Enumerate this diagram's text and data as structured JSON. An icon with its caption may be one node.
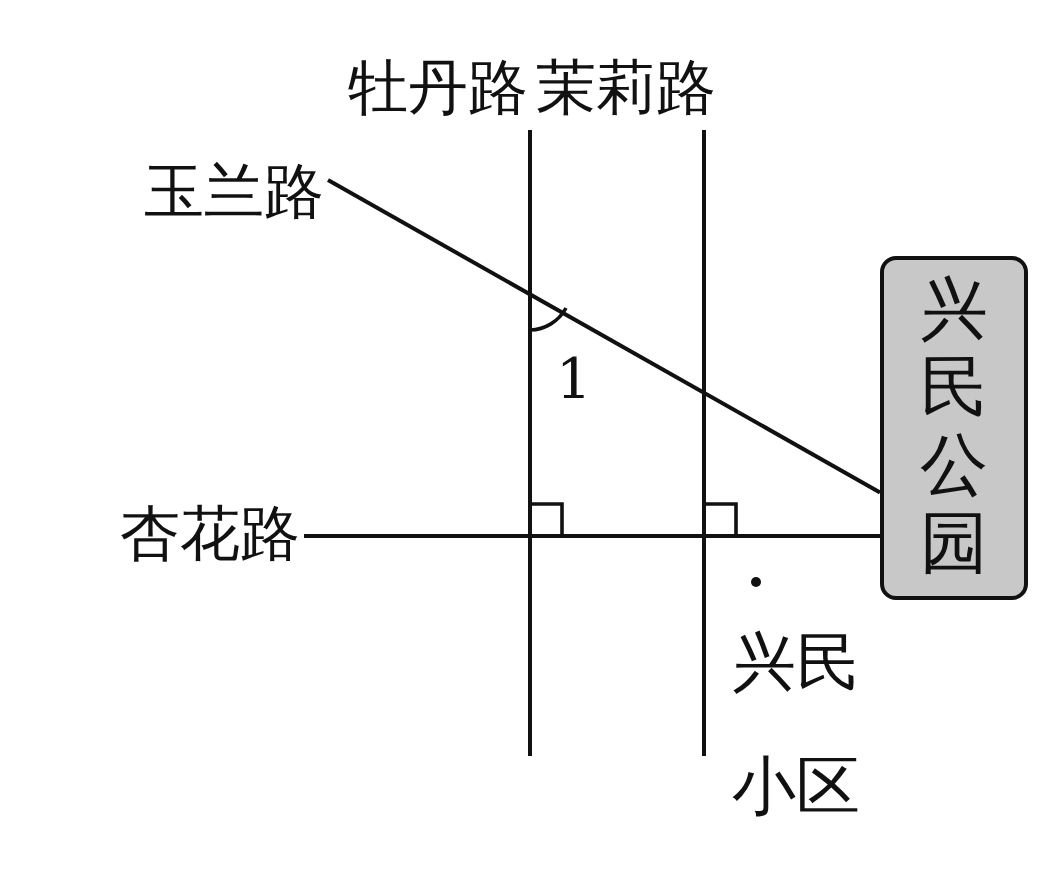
{
  "diagram": {
    "nodes": [
      {
        "text": [
          "兴民公园"
        ]
      },
      {
        "text": [
          "玉兰路"
        ]
      },
      {
        "text": [
          "杏花路"
        ]
      },
      {
        "text": [
          "牡丹路"
        ]
      },
      {
        "text": [
          "茉莉路"
        ]
      }
    ],
    "edges": [
      {
        "from": 1,
        "to": 0,
        "arrow": "none"
      },
      {
        "from": 2,
        "to": 0,
        "arrow": "none"
      },
      {
        "from": 3,
        "to": null,
        "arrow": "none"
      },
      {
        "from": 4,
        "to": null,
        "arrow": "none"
      }
    ],
    "labels": [
      "1",
      "兴民小区"
    ]
  }
}
